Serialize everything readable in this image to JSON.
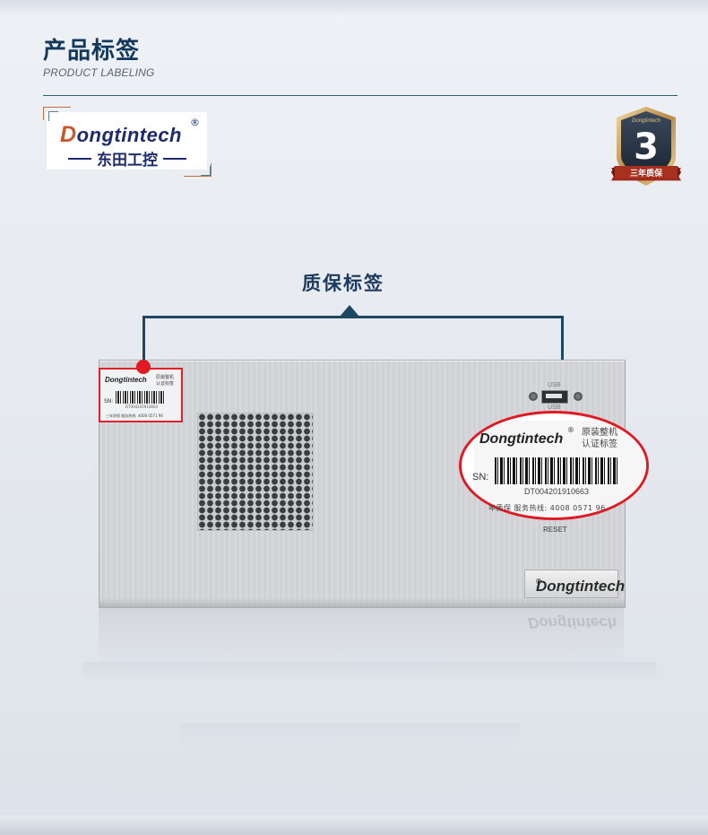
{
  "header": {
    "title_cn": "产品标签",
    "title_en": "PRODUCT LABELING"
  },
  "logo": {
    "brand_initial": "D",
    "brand_rest": "ongtintech",
    "registered": "®",
    "subtitle": "东田工控"
  },
  "badge": {
    "number": "3",
    "ribbon_text": "三年质保",
    "top_text": "Dongtintech"
  },
  "section": {
    "label_title": "质保标签"
  },
  "device": {
    "usb_label_top": "USB",
    "usb_label_bottom": "USB",
    "reset_label": "RESET",
    "brand_plate": "Dongtintech",
    "brand_plate_reg": "®",
    "reflection_text": "Dongtintech"
  },
  "small_label": {
    "brand": "Dongtintech",
    "cert": "原装整机 认证标签",
    "sn": "SN:",
    "serial": "DT004201910663",
    "footer": "三年质保  服务热线: 4008 0571 96"
  },
  "magnified_label": {
    "brand": "Dongtintech",
    "registered": "®",
    "cert_line1": "原装整机",
    "cert_line2": "认证标签",
    "sn": "SN:",
    "serial": "DT004201910663",
    "footer": "年质保  服务热线: 4008 0571 96"
  },
  "colors": {
    "title": "#14375c",
    "accent_line": "#1e4762",
    "highlight": "#e01a22",
    "brand_orange": "#c8572b"
  }
}
